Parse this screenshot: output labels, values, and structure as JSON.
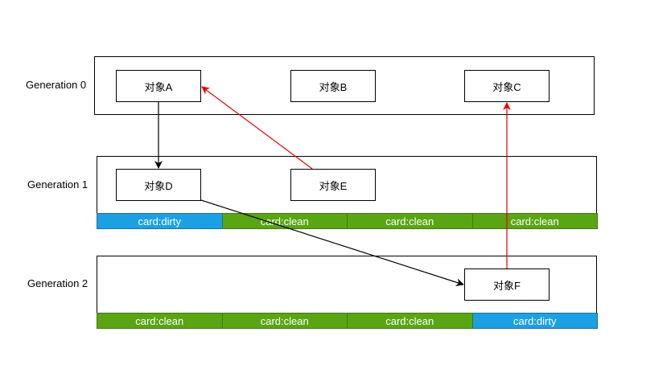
{
  "generations": [
    {
      "label": "Generation 0",
      "objects": [
        "对象A",
        "对象B",
        "对象C"
      ],
      "cards": []
    },
    {
      "label": "Generation 1",
      "objects": [
        "对象D",
        "对象E"
      ],
      "cards": [
        "card:dirty",
        "card:clean",
        "card:clean",
        "card:clean"
      ]
    },
    {
      "label": "Generation 2",
      "objects": [
        "对象F"
      ],
      "cards": [
        "card:clean",
        "card:clean",
        "card:clean",
        "card:dirty"
      ]
    }
  ],
  "colors": {
    "card_clean": "#5aa514",
    "card_dirty": "#1ba1e2",
    "ref_normal": "#000000",
    "ref_cross": "#e60000"
  },
  "references": [
    {
      "from": "对象A",
      "to": "对象D",
      "color": "black"
    },
    {
      "from": "对象E",
      "to": "对象A",
      "color": "red"
    },
    {
      "from": "对象D",
      "to": "对象F",
      "color": "black"
    },
    {
      "from": "对象F",
      "to": "对象C",
      "color": "red"
    }
  ]
}
